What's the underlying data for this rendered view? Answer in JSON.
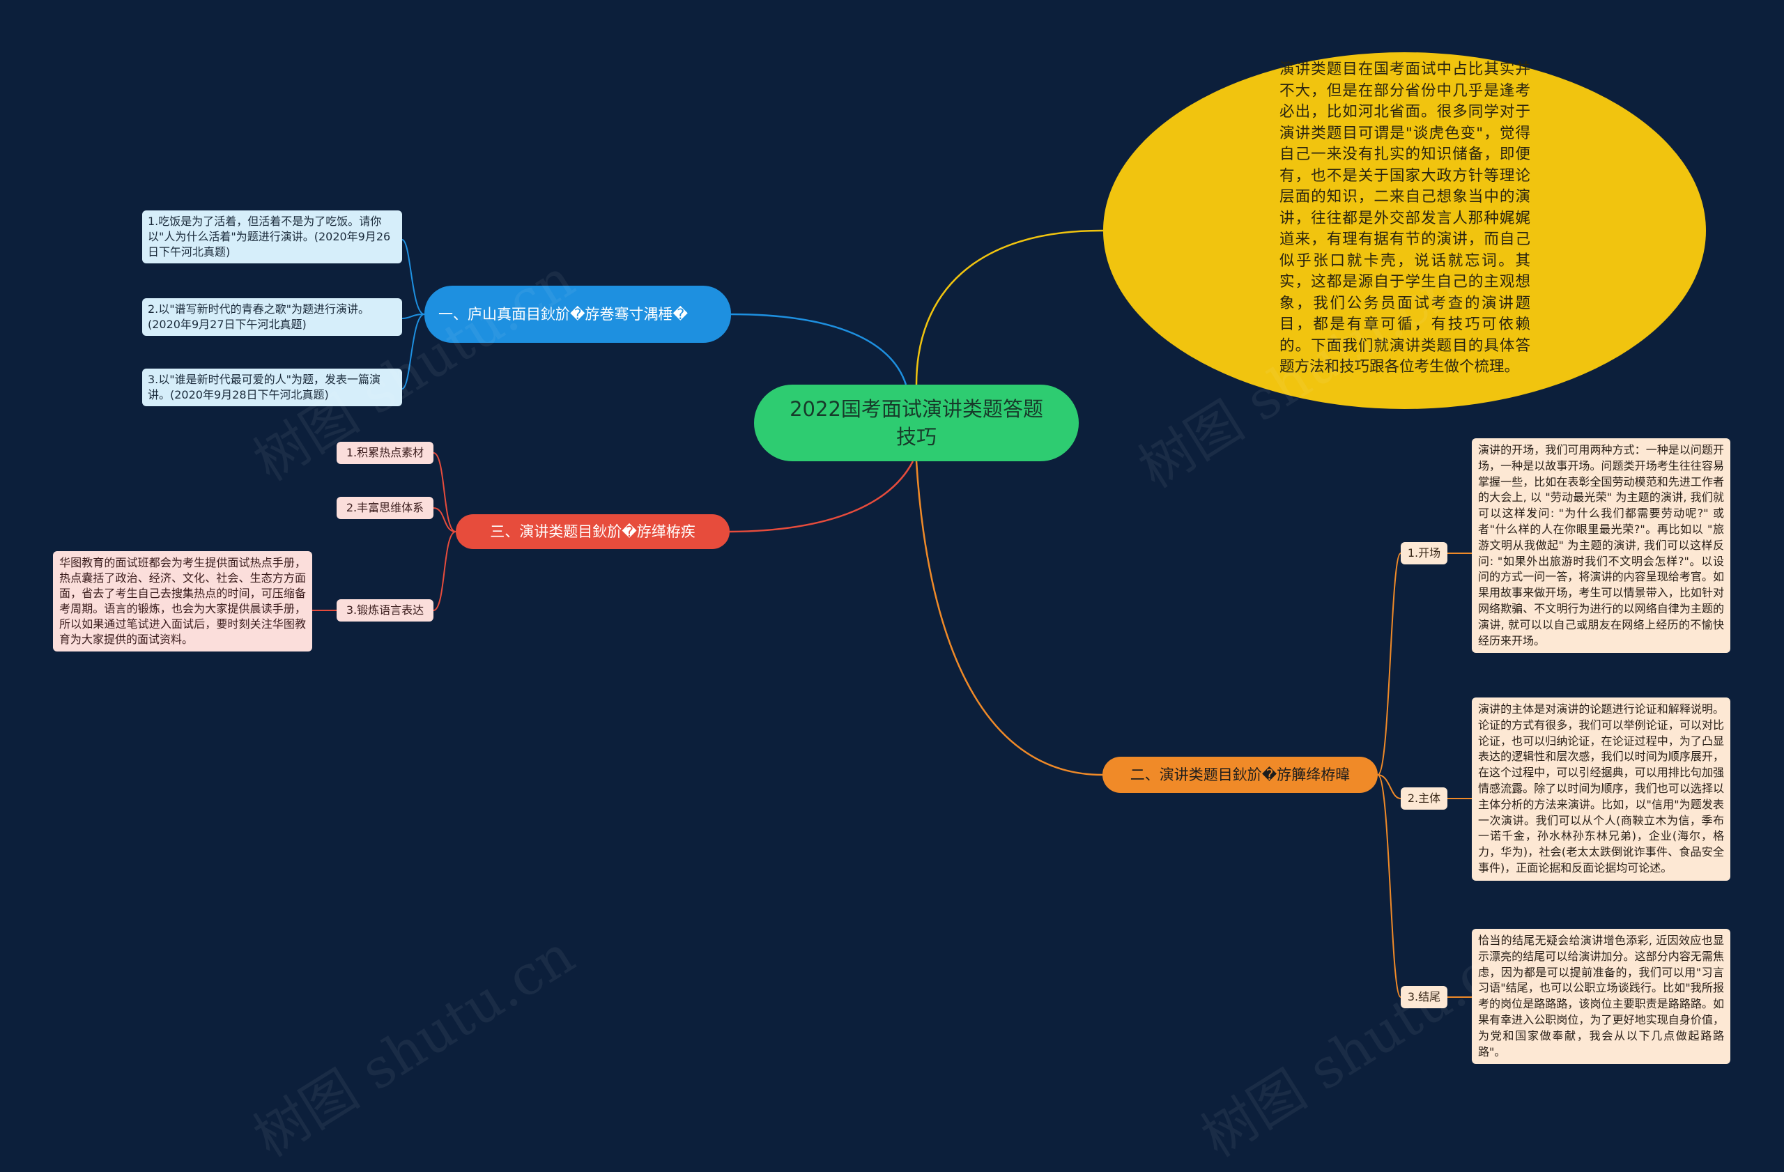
{
  "root": {
    "label": "2022国考面试演讲类题答题技巧"
  },
  "intro": {
    "text": "演讲类题目在国考面试中占比其实并不大，但是在部分省份中几乎是逢考必出，比如河北省面。很多同学对于演讲类题目可谓是\"谈虎色变\"，觉得自己一来没有扎实的知识储备，即便有，也不是关于国家大政方针等理论层面的知识，二来自己想象当中的演讲，往往都是外交部发言人那种娓娓道来，有理有据有节的演讲，而自己似乎张口就卡壳，说话就忘词。其实，这都是源自于学生自己的主观想象，我们公务员面试考查的演讲题目，都是有章可循，有技巧可依赖的。下面我们就演讲类题目的具体答题方法和技巧跟各位考生做个梳理。"
  },
  "branch1": {
    "label": "一、庐山真面目鈥斺�斿巻骞寸湡棰�",
    "items": [
      {
        "text": "1.吃饭是为了活着，但活着不是为了吃饭。请你以\"人为什么活着\"为题进行演讲。(2020年9月26日下午河北真题)"
      },
      {
        "text": "2.以\"谱写新时代的青春之歌\"为题进行演讲。(2020年9月27日下午河北真题)"
      },
      {
        "text": "3.以\"谁是新时代最可爱的人\"为题，发表一篇演讲。(2020年9月28日下午河北真题)"
      }
    ]
  },
  "branch3": {
    "label": "三、演讲类题目鈥斺�斿缂栫疾",
    "items": [
      {
        "label": "1.积累热点素材"
      },
      {
        "label": "2.丰富思维体系"
      },
      {
        "label": "3.锻炼语言表达"
      }
    ],
    "detail": "华图教育的面试班都会为考生提供面试热点手册，热点囊括了政治、经济、文化、社会、生态方方面面，省去了考生自己去搜集热点的时间，可压缩备考周期。语言的锻炼，也会为大家提供晨读手册，所以如果通过笔试进入面试后，要时刻关注华图教育为大家提供的面试资料。"
  },
  "branch2": {
    "label": "二、演讲类题目鈥斺�斿簲绛栫暐",
    "items": [
      {
        "label": "1.开场",
        "detail": "演讲的开场，我们可用两种方式：一种是以问题开场，一种是以故事开场。问题类开场考生往往容易掌握一些，比如在表彰全国劳动模范和先进工作者的大会上, 以 \"劳动最光荣\" 为主题的演讲, 我们就可以这样发问: \"为什么我们都需要劳动呢?\" 或者\"什么样的人在你眼里最光荣?\"。再比如以 \"旅游文明从我做起\" 为主题的演讲, 我们可以这样反问: \"如果外出旅游时我们不文明会怎样?\"。以设问的方式一问一答，将演讲的内容呈现给考官。如果用故事来做开场，考生可以情景带入，比如针对网络欺骗、不文明行为进行的以网络自律为主题的演讲, 就可以以自己或朋友在网络上经历的不愉快经历来开场。"
      },
      {
        "label": "2.主体",
        "detail": "演讲的主体是对演讲的论题进行论证和解释说明。论证的方式有很多，我们可以举例论证，可以对比论证，也可以归纳论证，在论证过程中，为了凸显表达的逻辑性和层次感，我们以时间为顺序展开，在这个过程中，可以引经据典，可以用排比句加强情感流露。除了以时间为顺序，我们也可以选择以主体分析的方法来演讲。比如，以\"信用\"为题发表一次演讲。我们可以从个人(商鞅立木为信，季布一诺千金，孙水林孙东林兄弟)，企业(海尔，格力，华为)，社会(老太太跌倒讹诈事件、食品安全事件)，正面论据和反面论据均可论述。"
      },
      {
        "label": "3.结尾",
        "detail": "恰当的结尾无疑会给演讲增色添彩, 近因效应也显示漂亮的结尾可以给演讲加分。这部分内容无需焦虑，因为都是可以提前准备的，我们可以用\"习言习语\"结尾，也可以公职立场谈践行。比如\"我所报考的岗位是路路路，该岗位主要职责是路路路。如果有幸进入公职岗位，为了更好地实现自身价值，为党和国家做奉献，我会从以下几点做起路路路\"。"
      }
    ]
  },
  "watermark": {
    "text": "树图 shutu.cn"
  },
  "colors": {
    "background": "#0c1f3b",
    "root": "#2ecc71",
    "intro": "#f1c40f",
    "branch1": "#1e90e0",
    "branch2": "#f08a28",
    "branch3": "#e74c3c"
  }
}
